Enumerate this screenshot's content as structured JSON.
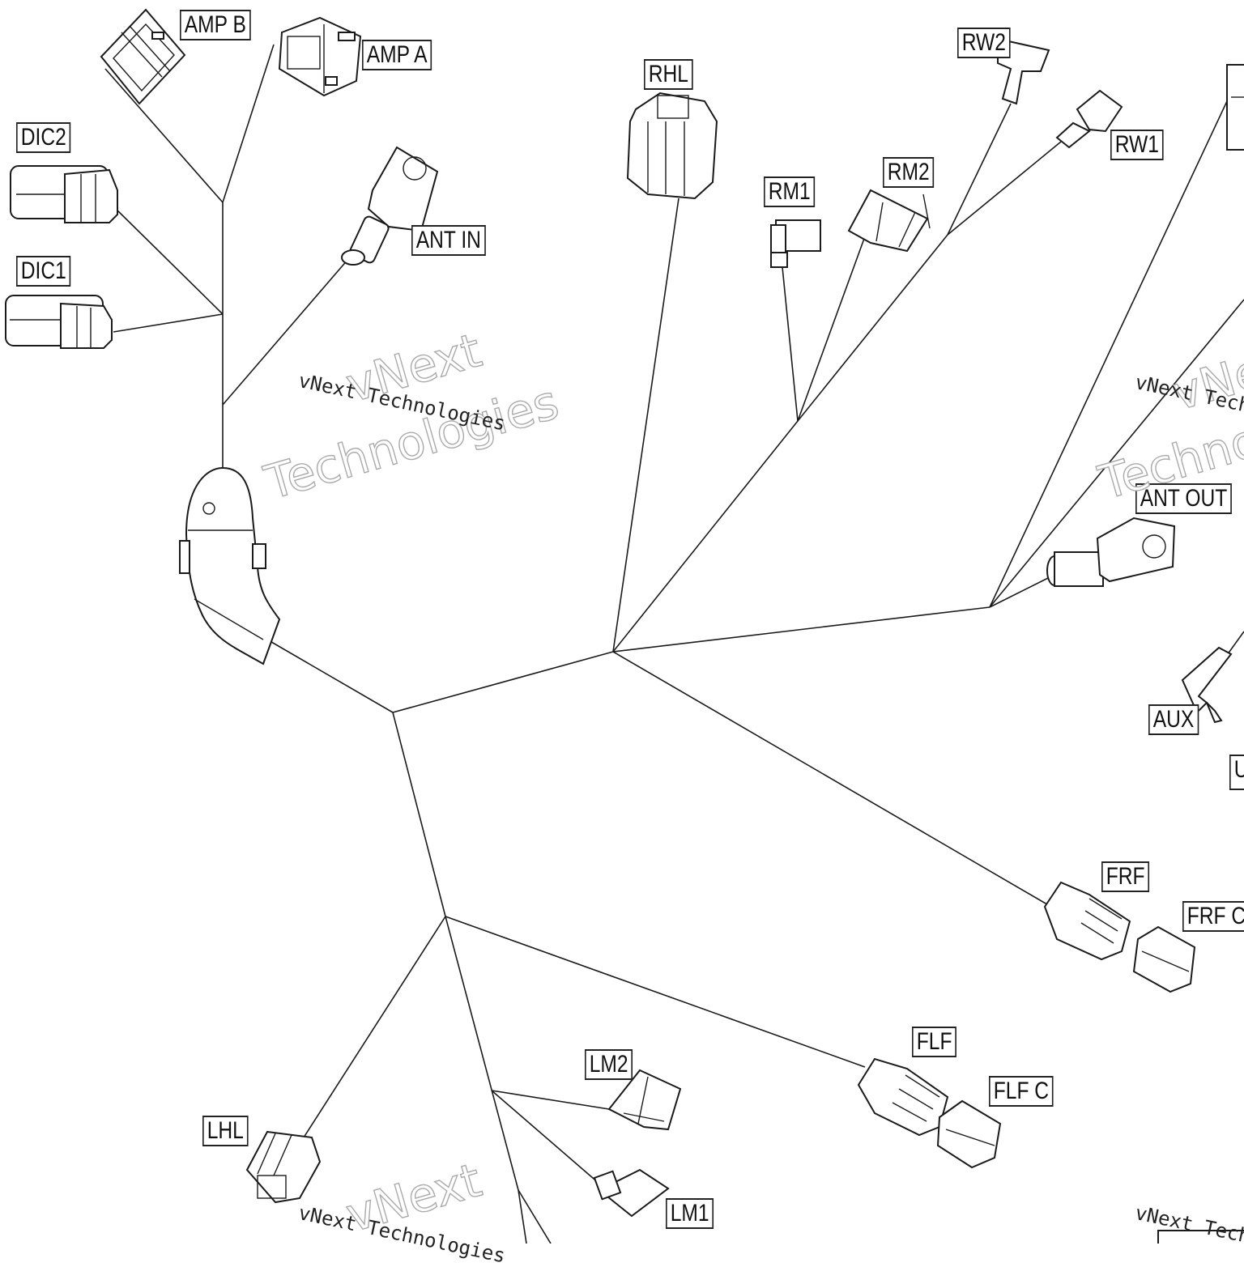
{
  "connectors": {
    "amp_b": "AMP B",
    "amp_a": "AMP A",
    "dic2": "DIC2",
    "dic1": "DIC1",
    "ant_in": "ANT IN",
    "rhl": "RHL",
    "rm1": "RM1",
    "rm2": "RM2",
    "rw2": "RW2",
    "rw1": "RW1",
    "ant_out": "ANT OUT",
    "aux": "AUX",
    "frf": "FRF",
    "frf_c": "FRF C",
    "flf": "FLF",
    "flf_c": "FLF C",
    "lm2": "LM2",
    "lm1": "LM1",
    "lhl": "LHL",
    "u_partial": "U"
  },
  "watermark": {
    "line1": "vNext",
    "line2": "Technologies",
    "small": "vNext Technologies"
  }
}
